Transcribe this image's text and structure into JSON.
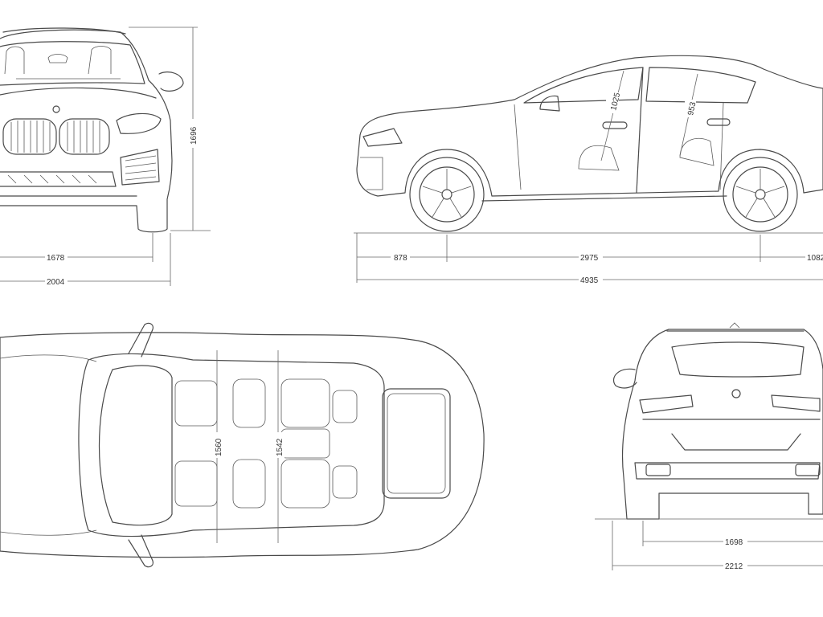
{
  "front_view": {
    "height_label": "1696",
    "track_label": "1678",
    "width_label": "2004"
  },
  "side_view": {
    "front_overhang_label": "878",
    "wheelbase_label": "2975",
    "rear_overhang_label": "1082",
    "length_label": "4935",
    "front_headroom_label": "1025",
    "rear_headroom_label": "953"
  },
  "top_view": {
    "front_shoulder_label": "1560",
    "rear_shoulder_label": "1542"
  },
  "rear_view": {
    "track_label": "1698",
    "width_label": "2212"
  }
}
